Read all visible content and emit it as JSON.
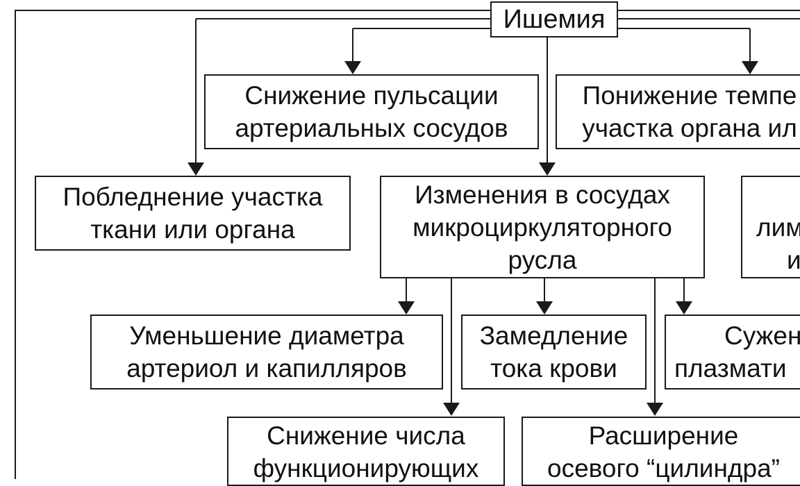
{
  "diagram": {
    "title": "Ишемия",
    "nodes": {
      "pulsation": [
        "Снижение пульсации",
        "артериальных сосудов"
      ],
      "temperature": [
        "Понижение темпе",
        "участка органа ил"
      ],
      "pallor": [
        "Побледнение участка",
        "ткани или органа"
      ],
      "microvessels": [
        "Изменения в сосудах",
        "микроциркуляторного",
        "русла"
      ],
      "lymph": [
        "",
        "лим",
        "и"
      ],
      "diameter": [
        "Уменьшение диаметра",
        "артериол и капилляров"
      ],
      "slowing": [
        "Замедление",
        "тока крови"
      ],
      "narrowing": [
        "Сужен",
        "плазмати"
      ],
      "capillaries": [
        "Снижение числа",
        "функционирующих"
      ],
      "cylinder": [
        "Расширение",
        "осевого “цилиндра”"
      ]
    }
  }
}
